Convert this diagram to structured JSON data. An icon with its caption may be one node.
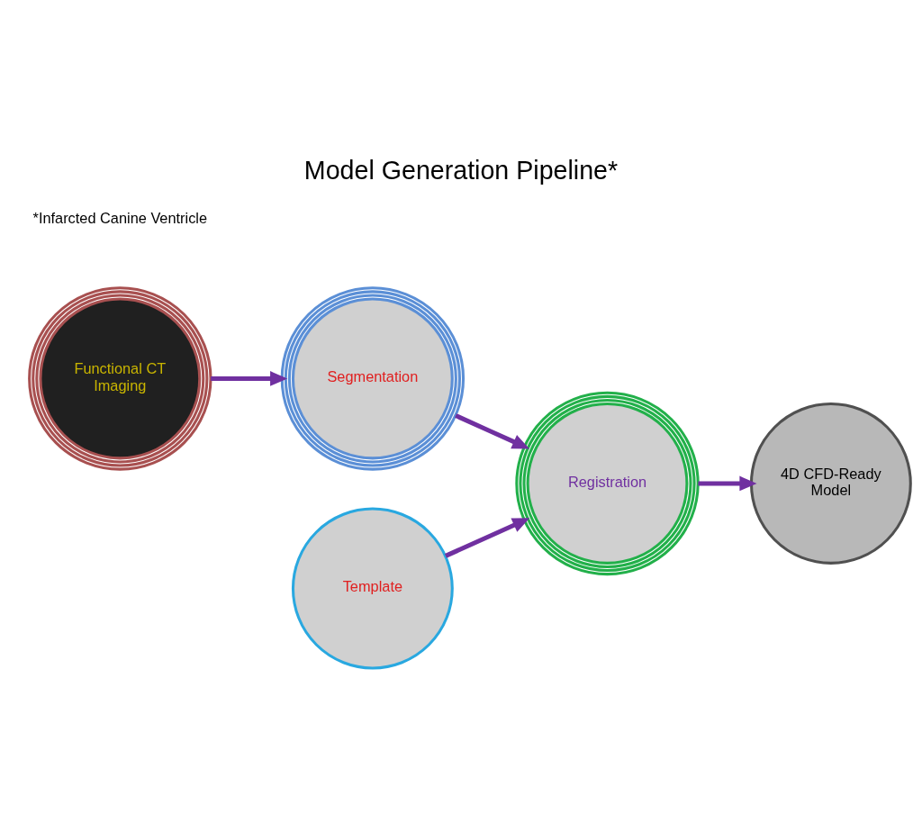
{
  "diagram": {
    "title": "Model Generation Pipeline*",
    "nodes": [
      {
        "text": [
          "Functional CT Imaging"
        ]
      },
      {
        "text": [
          "Segmentation"
        ]
      },
      {
        "text": [
          "Template"
        ]
      },
      {
        "text": [
          "Registration"
        ]
      },
      {
        "text": [
          "4D CFD-Ready Model"
        ]
      }
    ],
    "edges": [
      {
        "from": 0,
        "to": 1,
        "arrow": "to"
      },
      {
        "from": 1,
        "to": 3,
        "arrow": "to"
      },
      {
        "from": 2,
        "to": 3,
        "arrow": "to"
      },
      {
        "from": 3,
        "to": 4,
        "arrow": "to"
      }
    ],
    "labels": [
      "*Infarcted Canine Ventricle"
    ]
  }
}
